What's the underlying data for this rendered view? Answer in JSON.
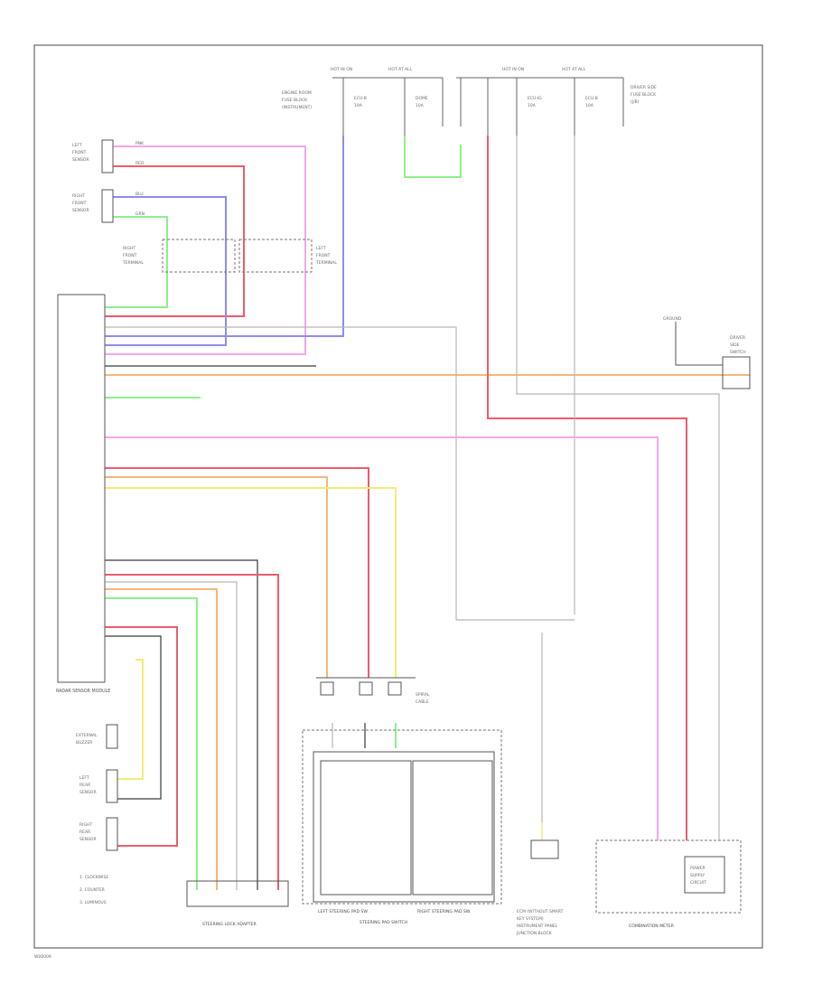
{
  "colors": {
    "pink": "#f7a6e8",
    "red": "#ef5b6c",
    "blue": "#8c8cf2",
    "green": "#8ef08a",
    "orange": "#f7b67a",
    "yellow": "#f4ec78",
    "black": "#3a3a3a",
    "gray": "#b8b8b8",
    "frame": "#666666"
  },
  "labels": {
    "control_module": "RADAR SENSOR MODULE",
    "steering_lock_adapter": "STEERING LOCK ADAPTER",
    "steering_pad_switch": "STEERING PAD SWITCH",
    "left_switch_block": "LEFT STEERING PAD SW.",
    "right_switch_block": "RIGHT STEERING PAD SW.",
    "combination_meter": "COMBINATION METER",
    "footer_code": "W00009"
  }
}
